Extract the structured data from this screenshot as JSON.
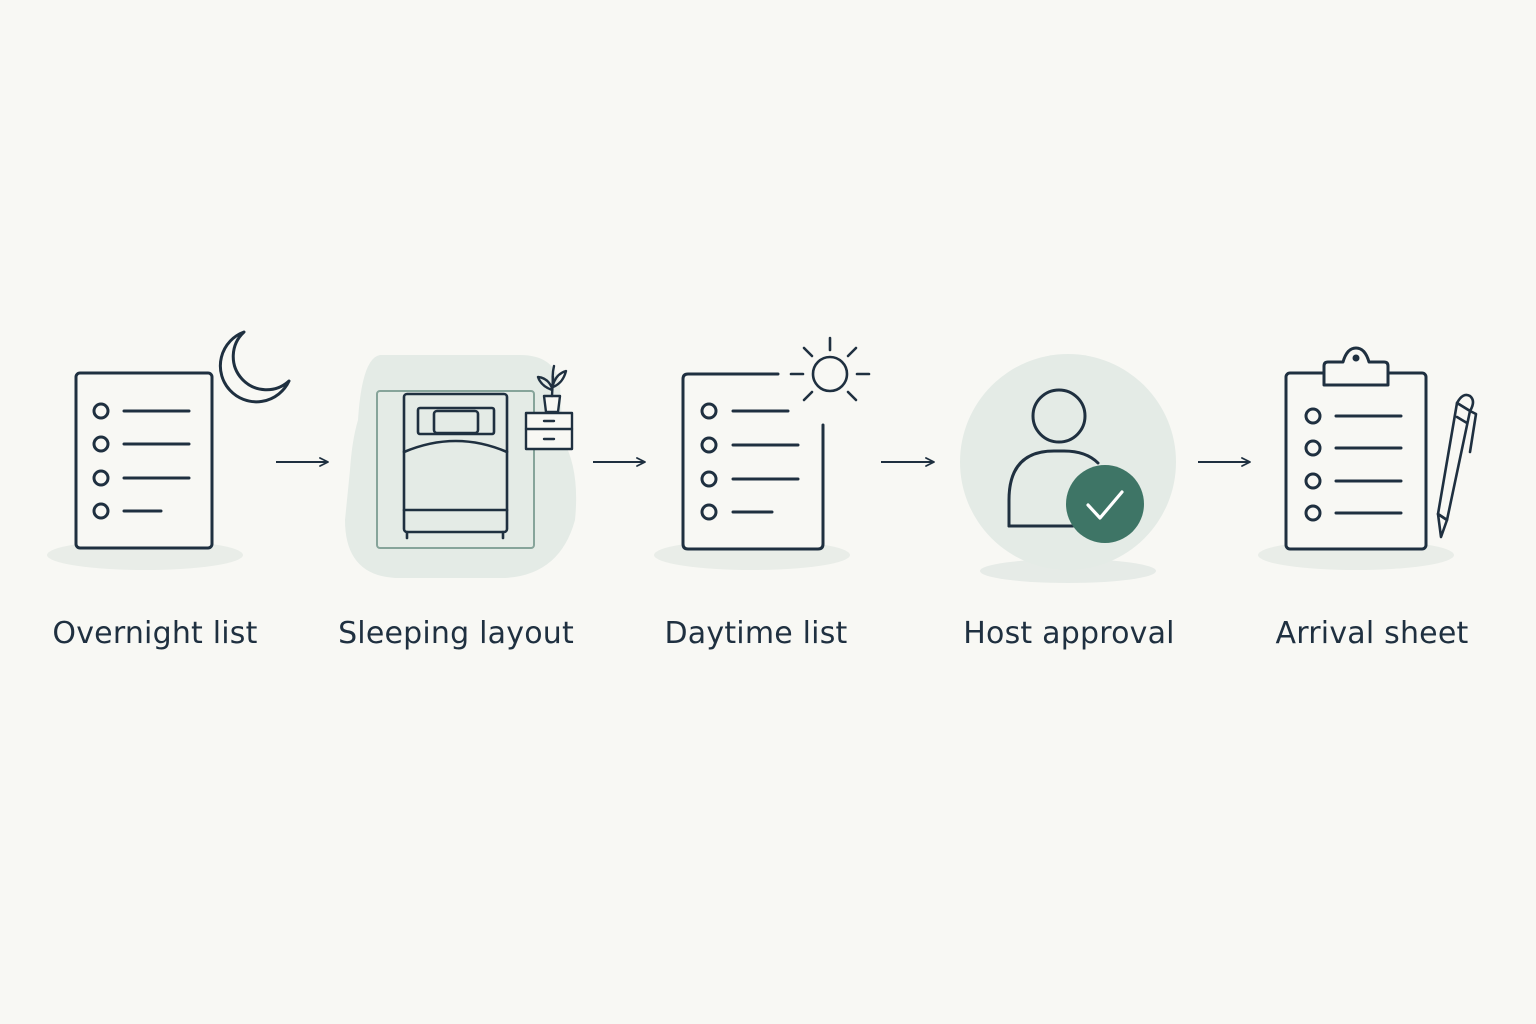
{
  "steps": [
    {
      "id": "overnight",
      "label": "Overnight list",
      "icon": "overnight-list-icon"
    },
    {
      "id": "sleeping",
      "label": "Sleeping layout",
      "icon": "bed-layout-icon"
    },
    {
      "id": "daytime",
      "label": "Daytime list",
      "icon": "daytime-list-icon"
    },
    {
      "id": "host",
      "label": "Host approval",
      "icon": "user-check-icon"
    },
    {
      "id": "arrival",
      "label": "Arrival sheet",
      "icon": "clipboard-pencil-icon"
    }
  ],
  "colors": {
    "background": "#f8f8f4",
    "line": "#1f3040",
    "accent": "#3e7566",
    "soft_fill": "#e4ebe6"
  }
}
